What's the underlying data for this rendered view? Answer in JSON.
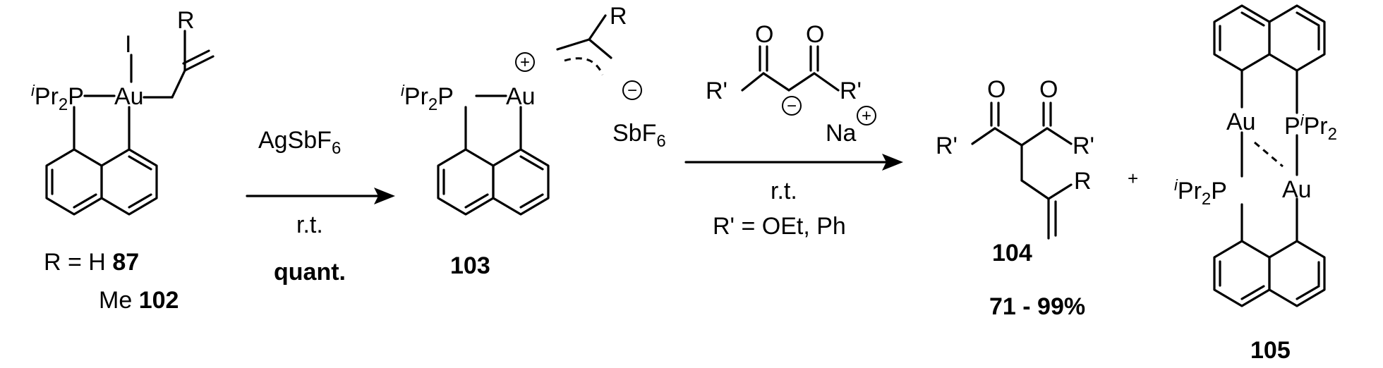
{
  "labels": {
    "r": "R",
    "r_prime": "R'",
    "p": "P",
    "pr2": "Pr",
    "two": "2",
    "iso": "i",
    "au": "Au",
    "i_ligand": "I",
    "o": "O",
    "na": "Na",
    "plus": "+",
    "minus": "−",
    "sbf6": "SbF",
    "six": "6"
  },
  "compounds": {
    "start": {
      "label_prefix_1": "R = H ",
      "id_1": "87",
      "label_prefix_2": "Me ",
      "id_2": "102"
    },
    "cation": {
      "id": "103"
    },
    "product": {
      "id": "104",
      "yield": "71 - 99%"
    },
    "byproduct": {
      "id": "105"
    }
  },
  "arrows": {
    "first": {
      "reagent_text": "AgSbF",
      "reagent_sub": "6",
      "condition": "r.t.",
      "yield": "quant."
    },
    "second": {
      "condition": "r.t.",
      "substituent": "R' = OEt, Ph"
    }
  },
  "plus_sign": "+"
}
